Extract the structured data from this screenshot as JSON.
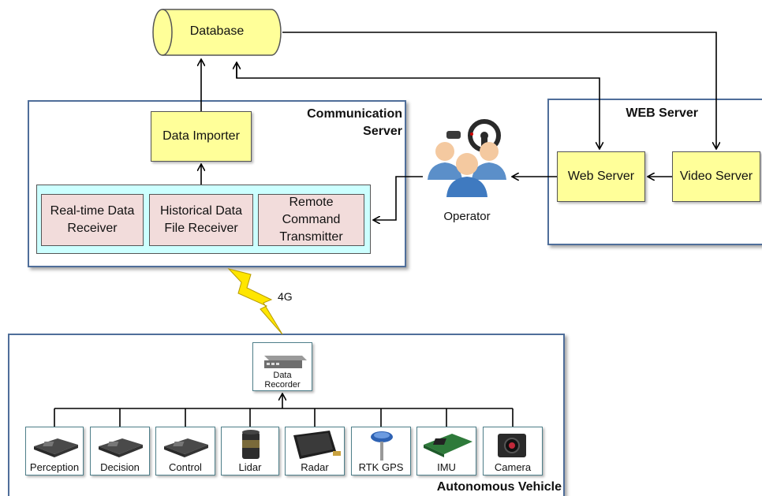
{
  "database": {
    "label": "Database"
  },
  "communication_server": {
    "title": "Communication\nServer",
    "data_importer": "Data Importer",
    "realtime_receiver": "Real-time Data\nReceiver",
    "historical_receiver": "Historical Data\nFile Receiver",
    "remote_transmitter": "Remote\nCommand\nTransmitter"
  },
  "web_server_group": {
    "title": "WEB Server",
    "web_server": "Web Server",
    "video_server": "Video Server"
  },
  "operator": {
    "label": "Operator"
  },
  "link": {
    "label": "4G"
  },
  "vehicle": {
    "title": "Autonomous Vehicle",
    "data_recorder": "Data\nRecorder",
    "components": [
      {
        "label": "Perception",
        "icon": "board-icon"
      },
      {
        "label": "Decision",
        "icon": "board-icon"
      },
      {
        "label": "Control",
        "icon": "board-icon"
      },
      {
        "label": "Lidar",
        "icon": "lidar-icon"
      },
      {
        "label": "Radar",
        "icon": "radar-icon"
      },
      {
        "label": "RTK GPS",
        "icon": "gps-icon"
      },
      {
        "label": "IMU",
        "icon": "imu-icon"
      },
      {
        "label": "Camera",
        "icon": "camera-icon"
      }
    ]
  },
  "colors": {
    "group_border": "#4f6e9a",
    "module_fill": "#ffff99",
    "receiver_fill": "#f2dcdb",
    "bar_fill": "#ccffff",
    "bolt_fill": "#ffe600"
  }
}
